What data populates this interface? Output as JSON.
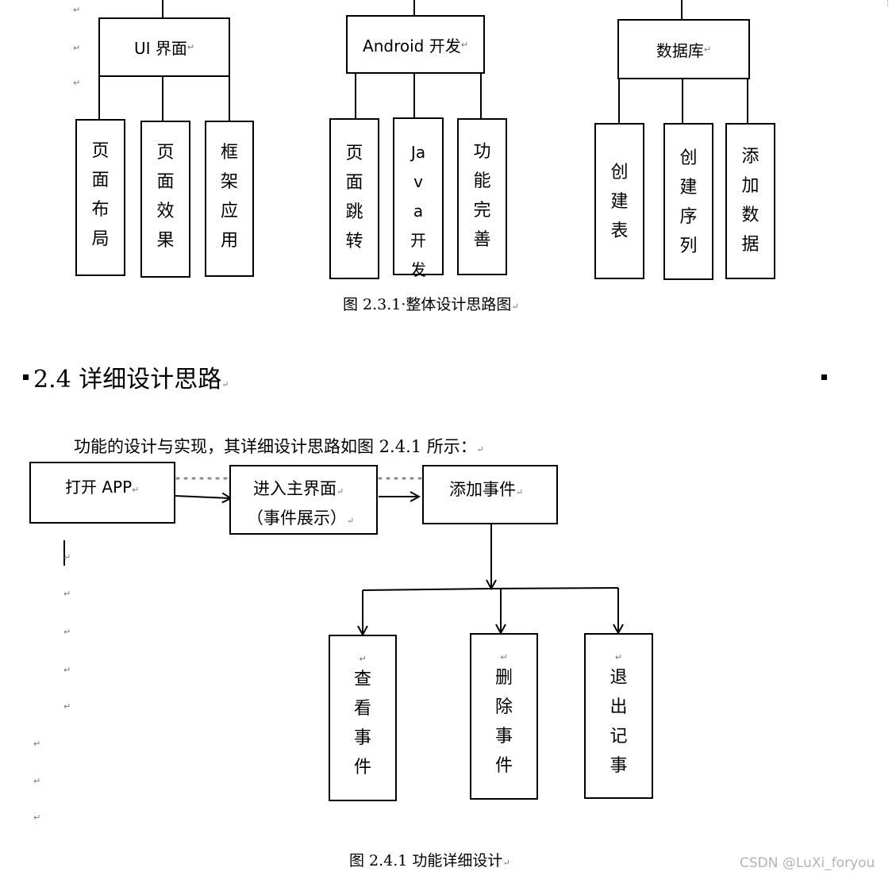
{
  "diagram1": {
    "groups": [
      {
        "title": "UI 界面",
        "children": [
          "页面布局",
          "页面效果",
          "框架应用"
        ]
      },
      {
        "title": "Android 开发",
        "children": [
          "页面跳转",
          "Java开发",
          "功能完善"
        ]
      },
      {
        "title": "数据库",
        "children": [
          "创建表",
          "创建序列",
          "添加数据"
        ]
      }
    ],
    "caption": "图 2.3.1·整体设计思路图"
  },
  "section": {
    "heading": "2.4 详细设计思路",
    "paragraph": "功能的设计与实现，其详细设计思路如图 2.4.1 所示："
  },
  "diagram2": {
    "open_app": "打开 APP",
    "main_line1": "进入主界面",
    "main_line2": "（事件展示）",
    "add_event": "添加事件",
    "children": [
      "查看事件",
      "删除事件",
      "退出记事"
    ],
    "caption": "图 2.4.1 功能详细设计"
  },
  "marks": {
    "return": "↵"
  },
  "watermark": "CSDN @LuXi_foryou"
}
